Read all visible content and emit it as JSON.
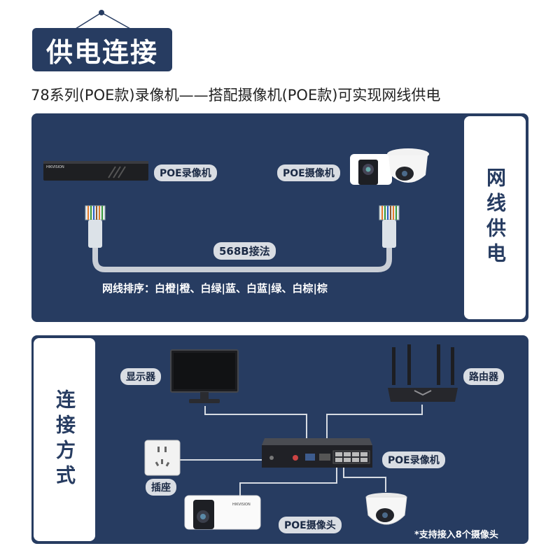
{
  "title": "供电连接",
  "subtitle": "78系列(POE款)录像机——搭配摄像机(POE款)可实现网线供电",
  "panel1": {
    "side_label": "网线供电",
    "nvr_label": "POE录像机",
    "camera_label": "POE摄像机",
    "wiring_label": "568B接法",
    "order_text": "网线排序：白橙|橙、白绿|蓝、白蓝|绿、白棕|棕",
    "nvr_brand": "HIKVISION"
  },
  "panel2": {
    "side_label": "连接方式",
    "monitor_label": "显示器",
    "router_label": "路由器",
    "nvr_label": "POE录像机",
    "socket_label": "插座",
    "camera_label": "POE摄像头",
    "note": "*支持接入8个摄像头",
    "camera_brand": "HIKVISION"
  },
  "colors": {
    "navy": "#273c61",
    "pill": "#d9dde3"
  }
}
